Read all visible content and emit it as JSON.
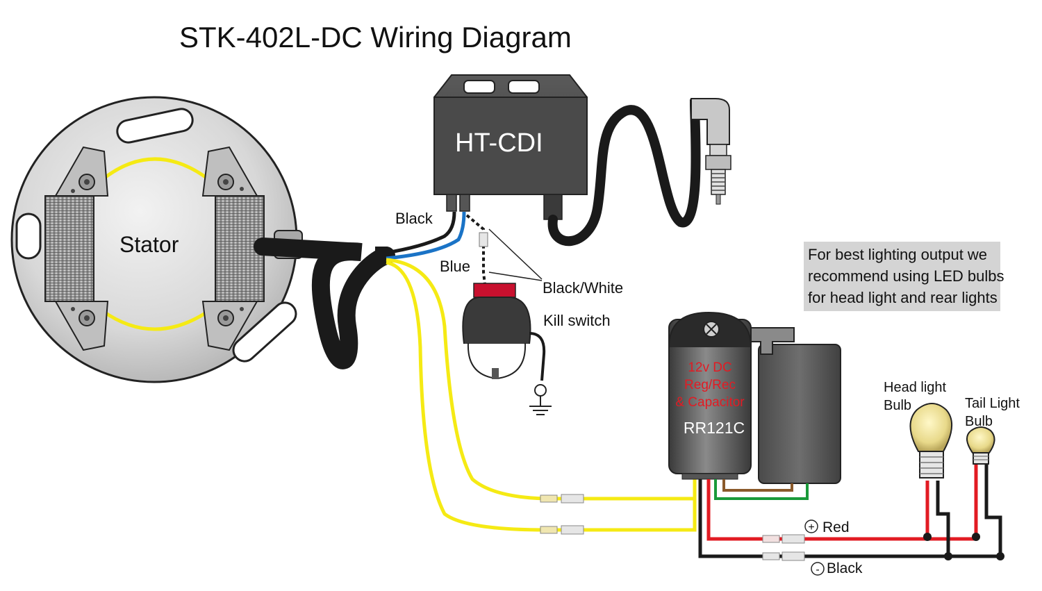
{
  "title": "STK-402L-DC Wiring Diagram",
  "note": {
    "lines": [
      "For best lighting output we",
      "recommend using LED bulbs",
      "for head light and rear lights"
    ]
  },
  "components": {
    "stator": "Stator",
    "cdi": "HT-CDI",
    "regulator": {
      "line1": "12v DC",
      "line2": "Reg/Rec",
      "line3": "& Capacitor",
      "model": "RR121C"
    },
    "kill_switch": "Kill switch",
    "head_light": {
      "line1": "Head light",
      "line2": "Bulb"
    },
    "tail_light": {
      "line1": "Tail Light",
      "line2": "Bulb"
    }
  },
  "wire_labels": {
    "black": "Black",
    "blue": "Blue",
    "black_white": "Black/White",
    "red": "Red",
    "black_bottom": "Black",
    "plus": "+",
    "minus": "-"
  },
  "colors": {
    "yellow": "#f5ea14",
    "blue": "#1a73c6",
    "red": "#e21b23",
    "green": "#1a9a3a",
    "brown": "#8b5a2b",
    "black": "#1a1a1a",
    "reg_text": "#e21b23",
    "note_bg": "#d4d4d4"
  }
}
